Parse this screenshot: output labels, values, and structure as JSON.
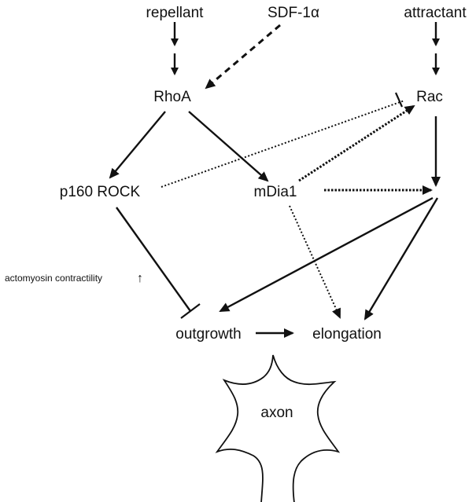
{
  "nodes": {
    "repellant": "repellant",
    "sdf": "SDF-1α",
    "attractant": "attractant",
    "rhoa": "RhoA",
    "rac": "Rac",
    "rock": "p160 ROCK",
    "mdia1": "mDia1",
    "outgrowth": "outgrowth",
    "elongation": "elongation",
    "axon": "axon"
  },
  "annotations": {
    "actomyosin": "actomyosin contractility",
    "up_arrow": "↑"
  },
  "colors": {
    "ink": "#111111",
    "background": "#ffffff"
  }
}
